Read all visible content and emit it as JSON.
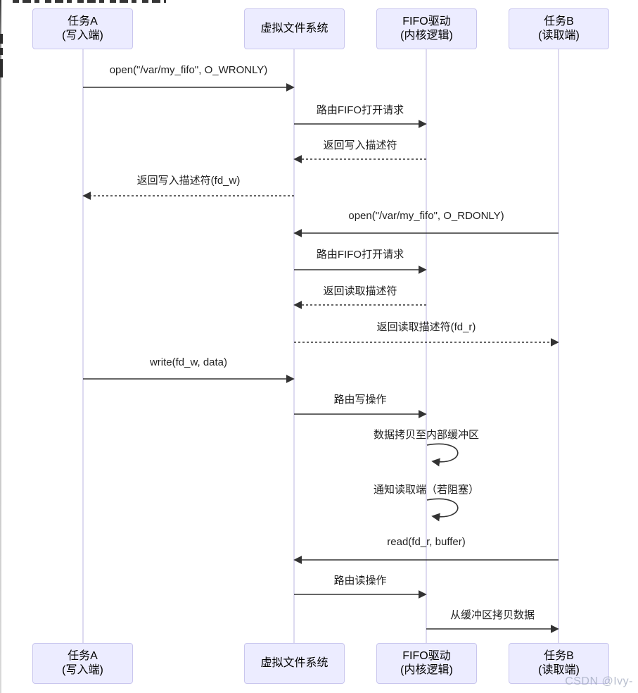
{
  "diagram_type": "sequence-diagram",
  "participants": [
    {
      "id": "taskA",
      "line1": "任务A",
      "line2": "(写入端)"
    },
    {
      "id": "vfs",
      "line1": "虚拟文件系统",
      "line2": ""
    },
    {
      "id": "fifo",
      "line1": "FIFO驱动",
      "line2": "(内核逻辑)"
    },
    {
      "id": "taskB",
      "line1": "任务B",
      "line2": "(读取端)"
    }
  ],
  "messages": [
    {
      "text": "open(\"/var/my_fifo\", O_WRONLY)",
      "from": "taskA",
      "to": "vfs",
      "style": "solid"
    },
    {
      "text": "路由FIFO打开请求",
      "from": "vfs",
      "to": "fifo",
      "style": "solid"
    },
    {
      "text": "返回写入描述符",
      "from": "fifo",
      "to": "vfs",
      "style": "dashed"
    },
    {
      "text": "返回写入描述符(fd_w)",
      "from": "vfs",
      "to": "taskA",
      "style": "dashed"
    },
    {
      "text": "open(\"/var/my_fifo\", O_RDONLY)",
      "from": "taskB",
      "to": "vfs",
      "style": "solid"
    },
    {
      "text": "路由FIFO打开请求",
      "from": "vfs",
      "to": "fifo",
      "style": "solid"
    },
    {
      "text": "返回读取描述符",
      "from": "fifo",
      "to": "vfs",
      "style": "dashed"
    },
    {
      "text": "返回读取描述符(fd_r)",
      "from": "vfs",
      "to": "taskB",
      "style": "dashed"
    },
    {
      "text": "write(fd_w, data)",
      "from": "taskA",
      "to": "vfs",
      "style": "solid"
    },
    {
      "text": "路由写操作",
      "from": "vfs",
      "to": "fifo",
      "style": "solid"
    },
    {
      "text": "数据拷贝至内部缓冲区",
      "from": "fifo",
      "to": "fifo",
      "style": "self"
    },
    {
      "text": "通知读取端（若阻塞）",
      "from": "fifo",
      "to": "fifo",
      "style": "self"
    },
    {
      "text": "read(fd_r, buffer)",
      "from": "taskB",
      "to": "vfs",
      "style": "solid"
    },
    {
      "text": "路由读操作",
      "from": "vfs",
      "to": "fifo",
      "style": "solid"
    },
    {
      "text": "从缓冲区拷贝数据",
      "from": "fifo",
      "to": "taskB",
      "style": "solid"
    }
  ],
  "watermark": "CSDN @Ivy-",
  "colors": {
    "actor_fill": "#ECECFF",
    "actor_border": "#c9c6ee",
    "lifeline": "#d2cdec",
    "arrow": "#333333",
    "text": "#1f1f1f",
    "watermark": "#a0a8be"
  }
}
